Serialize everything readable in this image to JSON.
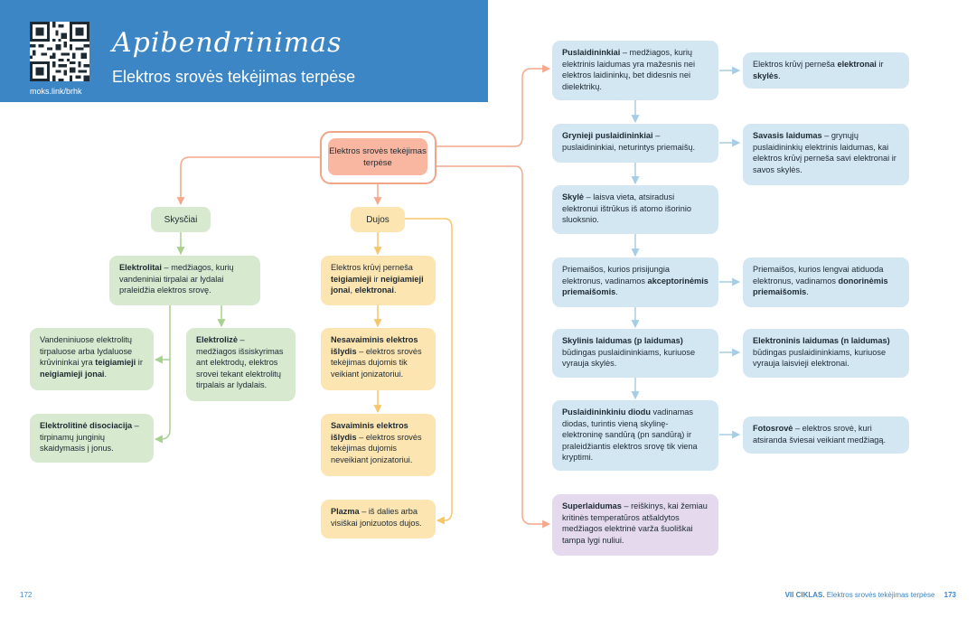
{
  "header": {
    "title": "Apibendrinimas",
    "subtitle": "Elektros srovės tekėjimas terpėse",
    "qr_link": "moks.link/brhk"
  },
  "diagram": {
    "center": "Elektros srovės tekėjimas terpėse",
    "liquids": {
      "label": "Skysčiai",
      "electrolytes": {
        "term": "Elektrolitai",
        "text": " – medžiagos, kurių vandeniniai tirpalai ar lydalai praleidžia elektros srovę."
      },
      "carriers": {
        "pre": "Vandeniniuose elektrolitų tirpaluose arba lydaluose krūvininkai yra ",
        "b1": "teigiamieji",
        "mid": " ir ",
        "b2": "neigiamieji jonai",
        "post": "."
      },
      "electrolysis": {
        "term": "Elektrolizė",
        "text": " – medžiagos išsiskyrimas ant elektrodų, elektros srovei tekant elektrolitų tirpalais ar lydalais."
      },
      "dissociation": {
        "term": "Elektrolitinė disociacija",
        "text": " – tirpinamų junginių skaidymasis į jonus."
      }
    },
    "gases": {
      "label": "Dujos",
      "carriers": {
        "pre": "Elektros krūvį perneša ",
        "b1": "teigiamieji",
        "mid": " ir ",
        "b2": "neigiamieji jonai",
        "sep": ", ",
        "b3": "elektronai",
        "post": "."
      },
      "non_self": {
        "term": "Nesavaiminis elektros išlydis",
        "text": " – elektros srovės tekėjimas dujomis tik veikiant jonizatoriui."
      },
      "self": {
        "term": "Savaiminis elektros išlydis",
        "text": " – elektros srovės tekėjimas dujomis neveikiant jonizatoriui."
      },
      "plasma": {
        "term": "Plazma",
        "text": " – iš dalies arba visiškai jonizuotos dujos."
      }
    },
    "semiconductors": {
      "def": {
        "term": "Puslaidininkiai",
        "text": " – medžiagos, kurių elektrinis laidumas yra mažesnis nei elektros laidininkų, bet didesnis nei dielektrikų."
      },
      "carriers": {
        "pre": "Elektros krūvį perneša ",
        "b1": "elektronai",
        "mid": " ir ",
        "b2": "skylės",
        "post": "."
      },
      "pure": {
        "term": "Grynieji puslaidininkiai",
        "text": " – puslaidininkiai, neturintys priemaišų."
      },
      "intrinsic": {
        "term": "Savasis laidumas",
        "text": " – grynųjų puslaidininkių elektrinis laidumas, kai elektros krūvį perneša savi elektronai ir savos skylės."
      },
      "hole": {
        "term": "Skylė",
        "text": " – laisva vieta, atsiradusi elektronui ištrūkus iš atomo išorinio sluoksnio."
      },
      "acceptor": {
        "pre": "Priemaišos, kurios prisijungia elektronus, vadinamos ",
        "b1": "akceptorinėmis priemaišomis",
        "post": "."
      },
      "donor": {
        "pre": "Priemaišos, kurios lengvai atiduoda elektronus, vadinamos ",
        "b1": "donorinėmis priemaišomis",
        "post": "."
      },
      "p_type": {
        "term": "Skylinis laidumas (p laidumas)",
        "text": " būdingas puslaidininkiams, kuriuose vyrauja skylės."
      },
      "n_type": {
        "term": "Elektroninis laidumas (n laidumas)",
        "text": " būdingas puslaidininkiams, kuriuose vyrauja laisvieji elektronai."
      },
      "diode": {
        "term": "Puslaidininkiniu diodu",
        "text": " vadinamas diodas, turintis vieną skylinę-elektroninę sandūrą (pn sandūrą) ir praleidžiantis elektros srovę tik viena kryptimi."
      },
      "photocurrent": {
        "term": "Fotosrovė",
        "text": " – elektros srovė, kuri atsiranda šviesai veikiant medžiagą."
      },
      "superconductivity": {
        "term": "Superlaidumas",
        "text": " – reiškinys, kai žemiau kritinės temperatūros atšaldytos medžiagos elektrinė varža šuoliškai tampa lygi nuliui."
      }
    }
  },
  "footer": {
    "left_page": "172",
    "chapter": "VII CIKLAS.",
    "chapter_title": " Elektros srovės tekėjimas terpėse",
    "right_page": "173"
  },
  "colors": {
    "header": "#3d86c6",
    "green": "#d7e9cf",
    "orange": "#fde5b2",
    "blue": "#d3e7f3",
    "purple": "#e5d9ed",
    "salmon": "#f9b7a2"
  }
}
